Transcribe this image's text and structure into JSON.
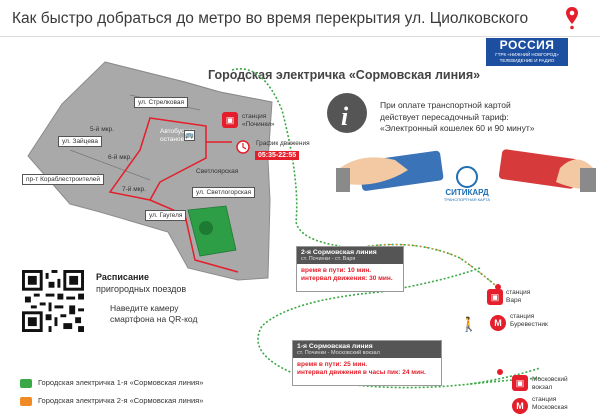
{
  "header": {
    "title": "Как быстро добраться до метро во время перекрытия ул. Циолковского",
    "logo_main": "РОССИЯ",
    "logo_line2": "ГТРК «НИЖНИЙ НОВГОРОД»",
    "logo_line3": "ТЕЛЕВИДЕНИЕ И РАДИО"
  },
  "main_title": "Городская электричка «Сормовская линия»",
  "map": {
    "streets": {
      "strelkovaya": "ул. Стрелковая",
      "zaitseva": "ул. Зайцева",
      "korablestroitelei": "пр-т Кораблестроителей",
      "svetlogorskaya": "ул. Светлогорская",
      "gaugelya": "ул. Гаугеля"
    },
    "districts": {
      "mkr5": "5-й мкр.",
      "mkr6": "6-й мкр.",
      "mkr7": "7-й мкр.",
      "svetloyarskaya": "Светлоярская"
    },
    "bus_stop": "Автобусная остановка",
    "station_pochinki": "станция «Починки»",
    "schedule_label": "График движения",
    "schedule_time": "05:35-22:55"
  },
  "info": {
    "text_line1": "При оплате транспортной картой",
    "text_line2": "действует пересадочный тариф:",
    "text_line3": "«Электронный кошелек 60 и 90 минут»",
    "brand": "СИТИКАРД",
    "brand_sub": "ТРАНСПОРТНАЯ КАРТА"
  },
  "route2": {
    "title": "2-я Сормовская линия",
    "sub": "ст. Починки - ст. Варя",
    "travel": "время в пути: 10 мин.",
    "interval": "интервал движения: 30 мин."
  },
  "route1": {
    "title": "1-я Сормовская линия",
    "sub": "ст. Починки - Московский вокзал",
    "travel": "время в пути: 25 мин.",
    "interval": "интервал движения в часы пик: 24 мин."
  },
  "stations": {
    "varya": "станция Варя",
    "burevestnik": "станция Буревестник",
    "moskovsky_vokzal": "Московский вокзал",
    "moskovskaya": "станция Московская"
  },
  "schedule": {
    "title": "Расписание",
    "subtitle": "пригородных поездов",
    "hint_line1": "Наведите камеру",
    "hint_line2": "смартфона на QR-код"
  },
  "legend": [
    {
      "label": "Городская электричка 1-я «Сормовская линия»",
      "color": "#3aa845"
    },
    {
      "label": "Городская электричка 2-я «Сормовская линия»",
      "color": "#f08a24"
    }
  ],
  "colors": {
    "accent_red": "#e41e2a",
    "map_gray": "#a9a9a9",
    "route_green": "#3aa845",
    "route_orange": "#f08a24"
  }
}
